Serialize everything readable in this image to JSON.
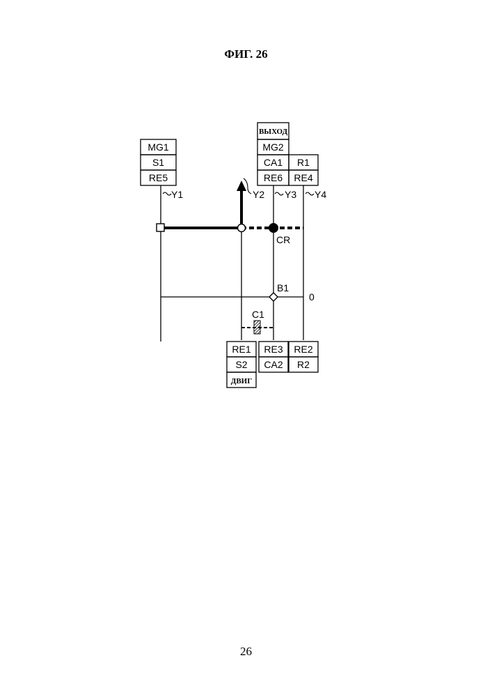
{
  "figure": {
    "title": "ФИГ. 26",
    "page_number": "26"
  },
  "top_boxes": {
    "left": [
      "MG1",
      "S1",
      "RE5"
    ],
    "middle_header": "ВЫХОД",
    "middle": [
      "MG2",
      "CA1",
      "RE6"
    ],
    "right": [
      "R1",
      "RE4"
    ]
  },
  "bottom_boxes": {
    "left": [
      "RE1",
      "S2"
    ],
    "left_footer": "ДВИГ",
    "middle": [
      "RE3",
      "CA2"
    ],
    "right": [
      "RE2",
      "R2"
    ]
  },
  "axis_labels": {
    "y1": "Y1",
    "y2": "Y2",
    "y3": "Y3",
    "y4": "Y4"
  },
  "node_labels": {
    "carrier": "CR",
    "brake": "B1",
    "clutch": "C1",
    "zero": "0"
  }
}
